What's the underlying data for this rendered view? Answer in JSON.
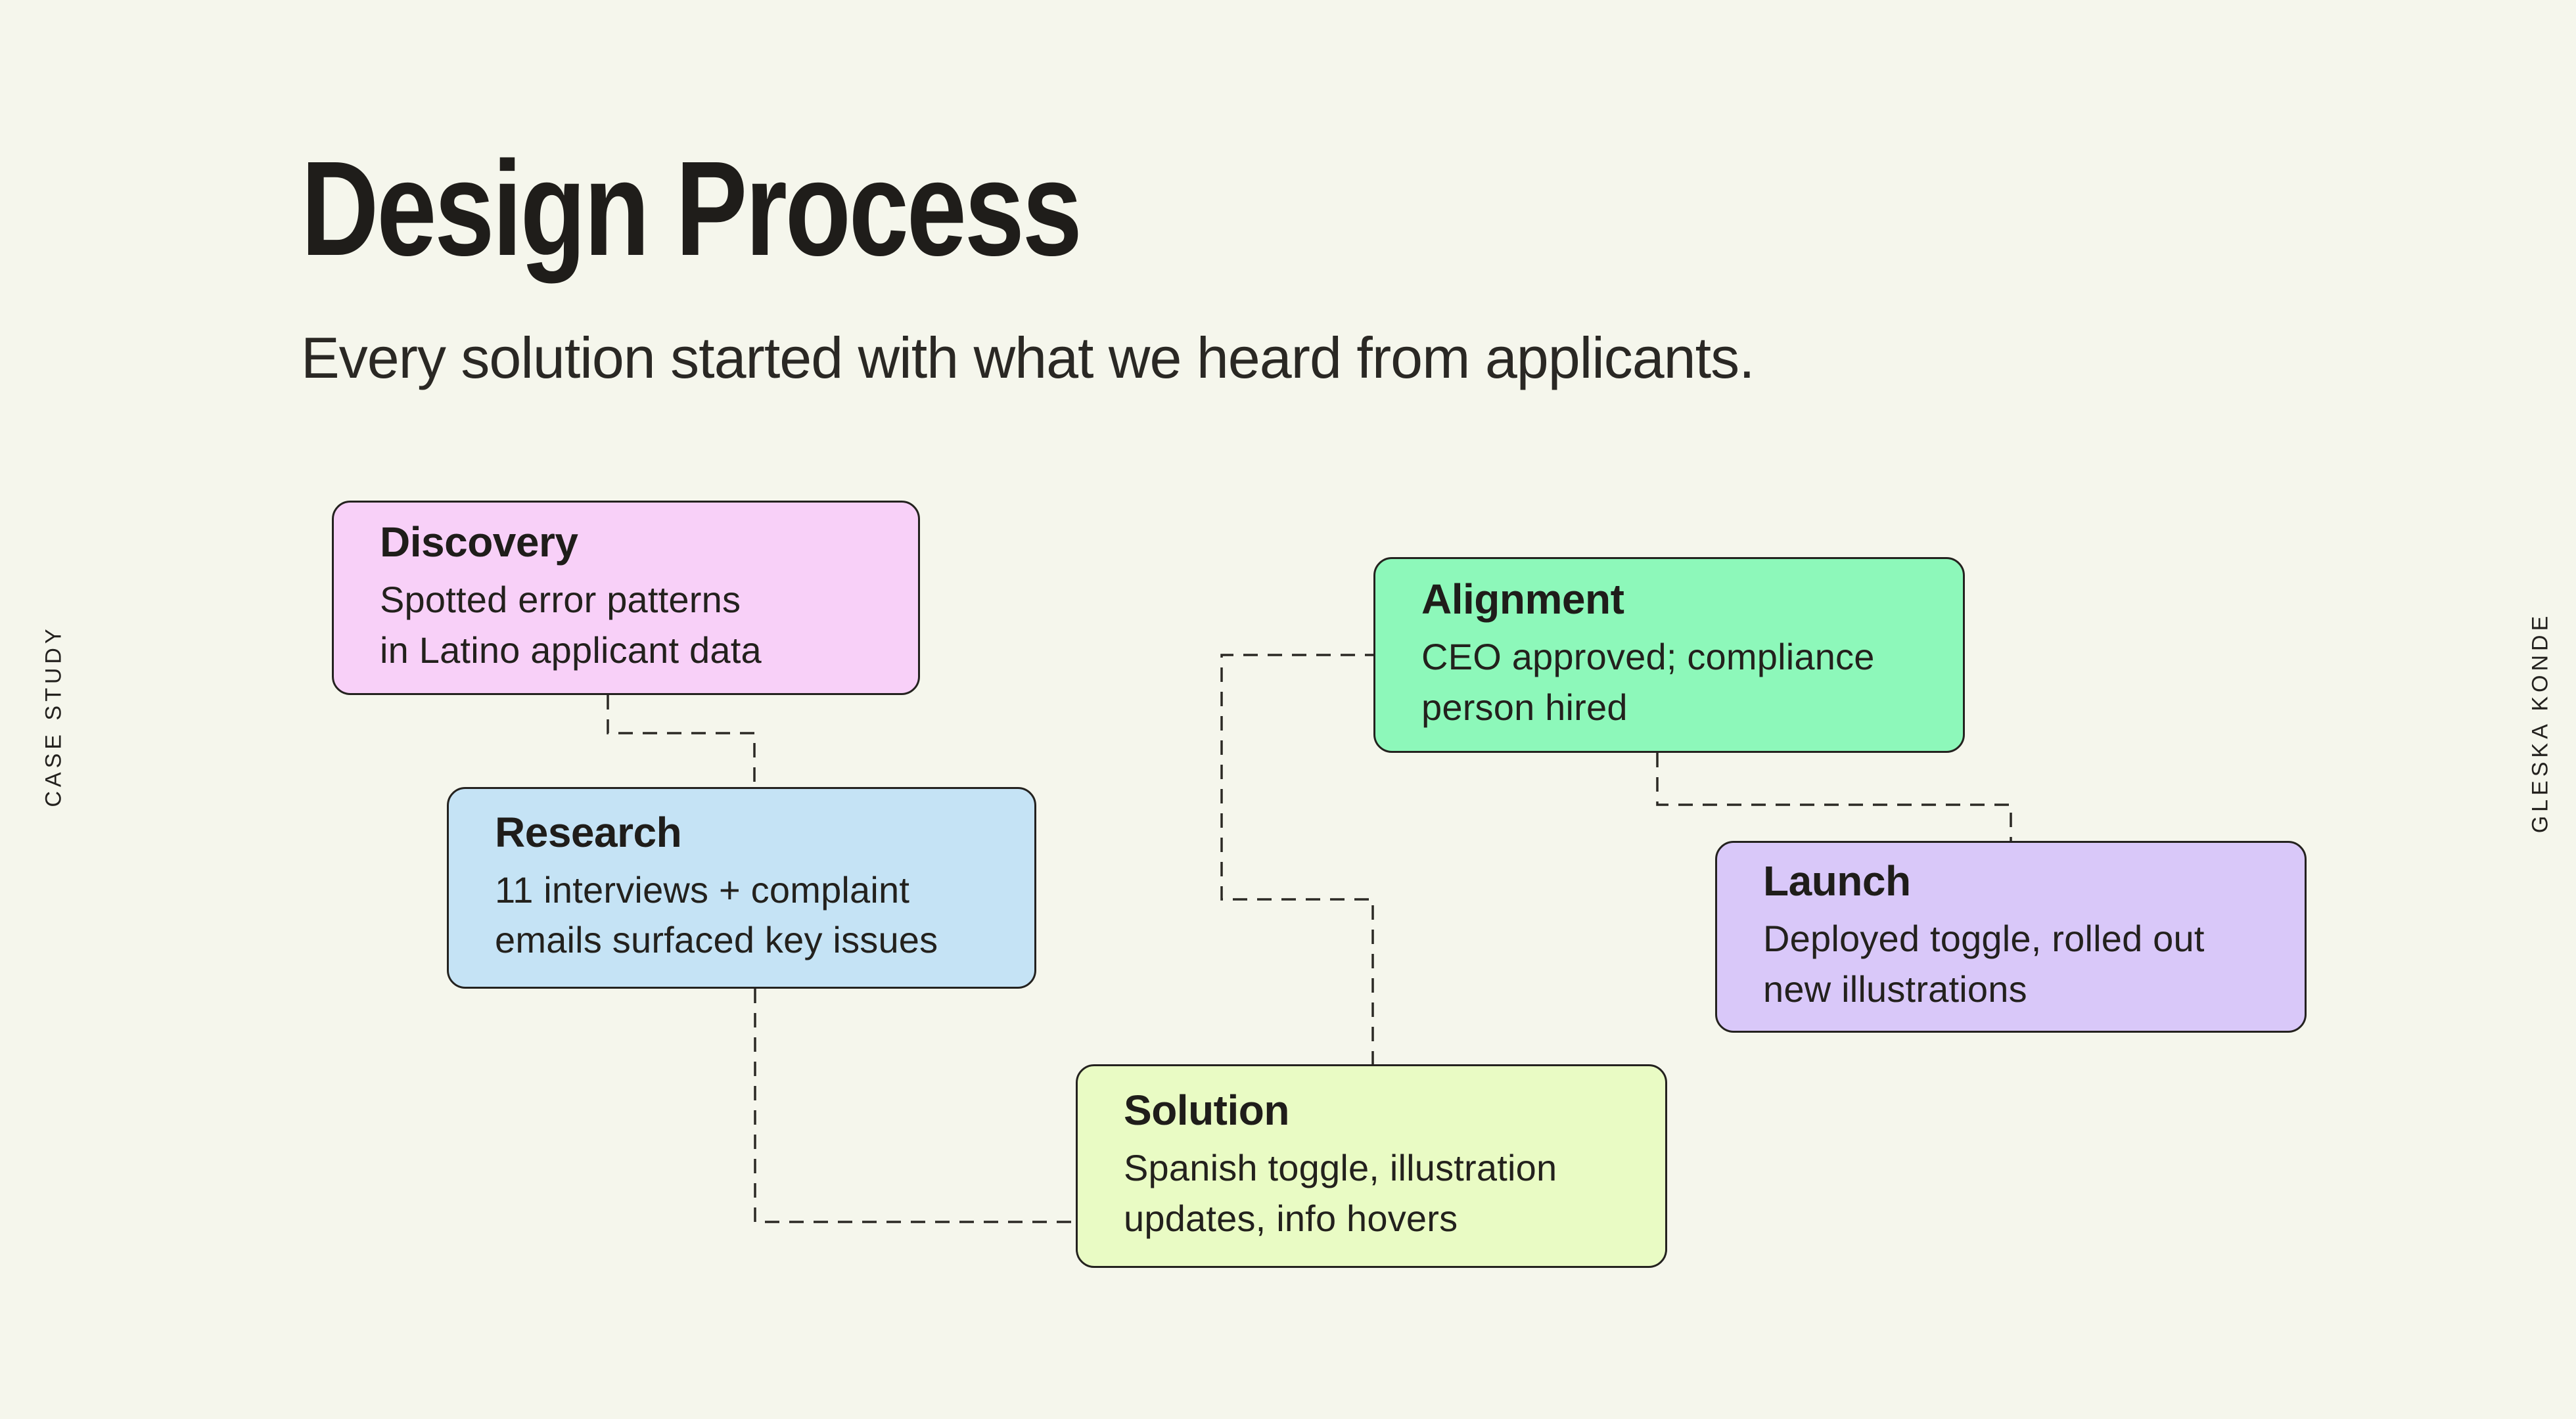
{
  "page": {
    "title": "Design Process",
    "subtitle": "Every solution started with what we heard from applicants.",
    "side_labels": {
      "left": "CASE STUDY",
      "right": "GLESKA KONDE"
    },
    "colors": {
      "background": "#f5f6ec",
      "ink": "#23211e",
      "connector": "#2b2924",
      "card_border": "#24221f"
    }
  },
  "steps": [
    {
      "id": "discovery",
      "title": "Discovery",
      "body_lines": [
        "Spotted error patterns",
        "in Latino applicant data"
      ],
      "color": "#f8d0f8"
    },
    {
      "id": "research",
      "title": "Research",
      "body_lines": [
        "11 interviews + complaint",
        "emails surfaced key issues"
      ],
      "color": "#c5e3f5"
    },
    {
      "id": "alignment",
      "title": "Alignment",
      "body_lines": [
        "CEO approved; compliance",
        "person hired"
      ],
      "color": "#8df8ba"
    },
    {
      "id": "launch",
      "title": "Launch",
      "body_lines": [
        "Deployed toggle, rolled out",
        "new illustrations"
      ],
      "color": "#d9c8f9"
    },
    {
      "id": "solution",
      "title": "Solution",
      "body_lines": [
        "Spanish toggle, illustration",
        "updates, info hovers"
      ],
      "color": "#e9fbc4"
    }
  ]
}
